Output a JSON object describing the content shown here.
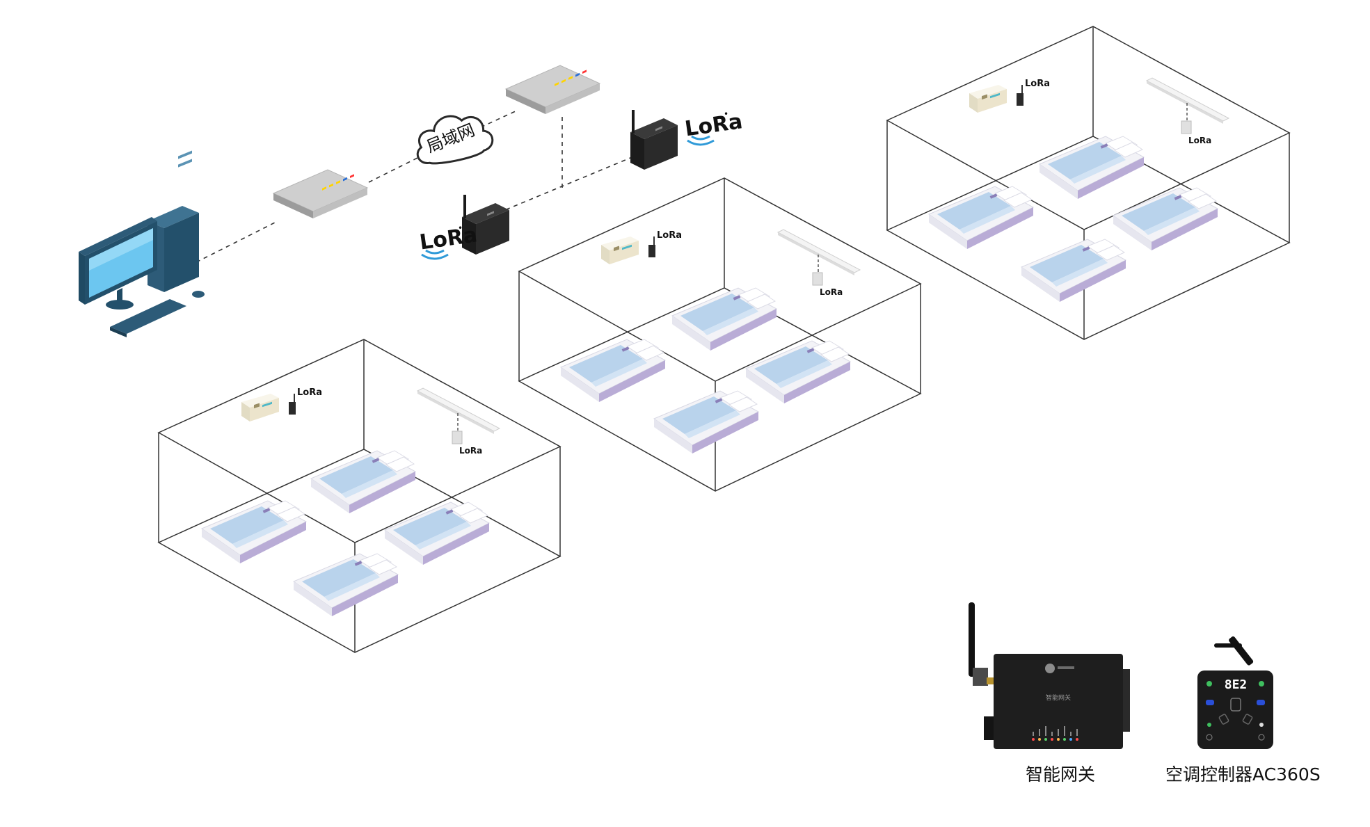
{
  "network": {
    "cloud_label": "局域网",
    "lora_label": "LoRa",
    "lora_mark": "•"
  },
  "devices": {
    "gateway": {
      "caption": "智能网关",
      "panel_text": "智能网关",
      "led_colors": [
        "#ff4d4d",
        "#ffb84d",
        "#59d36b",
        "#ff4d4d",
        "#ffb84d",
        "#59d36b",
        "#4da6ff",
        "#ff4d4d"
      ]
    },
    "ac_controller": {
      "caption": "空调控制器AC360S",
      "display": "8E2"
    }
  },
  "colors": {
    "room_line": "#333333",
    "link_line": "#333333",
    "bed_blanket": "#b9d3ec",
    "bed_frame": "#b9acd6",
    "monitor_screen": "#6cc6f0",
    "pc_body": "#2d5b78"
  }
}
